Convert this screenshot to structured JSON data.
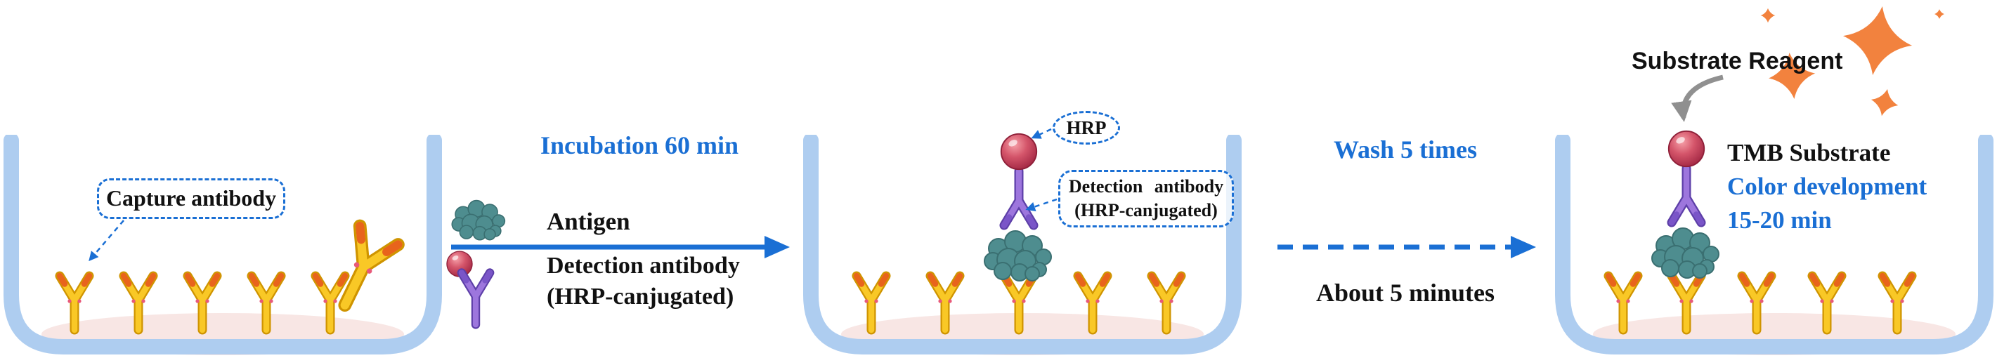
{
  "colors": {
    "accent_blue": "#1a6fd4",
    "well_blue": "#aecdf0",
    "plate_pink": "#f8e6e4",
    "antigen_teal": "#4e8d8f",
    "hrp_red": "#c63b52",
    "detection_purple": "#9d76dd",
    "capture_yellow": "#f9c826",
    "tip_orange": "#e8641c",
    "star_orange": "#f2823e"
  },
  "step1": {
    "capture_label": "Capture antibody"
  },
  "incubation": {
    "title": "Incubation 60 min",
    "antigen_label": "Antigen",
    "detection_line1": "Detection antibody",
    "detection_line2": "(HRP-canjugated)"
  },
  "step2": {
    "hrp_label": "HRP",
    "detection_line1": "Detection antibody",
    "detection_line2": "(HRP-canjugated)"
  },
  "wash": {
    "title": "Wash 5 times",
    "subtitle": "About 5 minutes"
  },
  "step3": {
    "substrate_reagent": "Substrate Reagent",
    "tmb_substrate": "TMB Substrate",
    "color_development": "Color development",
    "duration": "15-20 min"
  },
  "icons": {
    "capture_antibody": "yellow Y-shaped antibody with orange tips",
    "detection_antibody": "purple Y-shaped antibody",
    "antigen": "teal blob cluster",
    "hrp": "red enzyme sphere",
    "substrate_star": "orange four-point starburst",
    "well": "light blue U-shaped microplate well with pink bottom"
  }
}
